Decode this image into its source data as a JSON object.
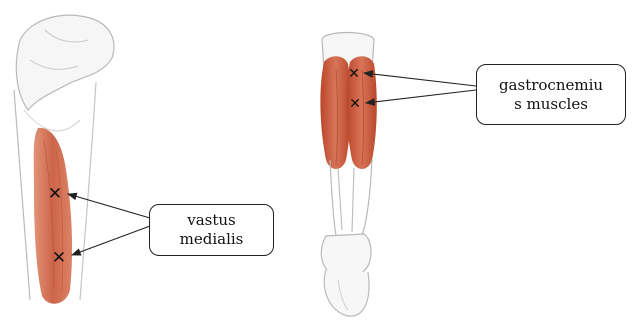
{
  "labels": {
    "vastus": {
      "line1": "vastus",
      "line2": "medialis"
    },
    "gastro": {
      "line1": "gastrocnemiu",
      "line2": "s muscles"
    }
  },
  "markers": {
    "symbol": "✕",
    "color": "#111111"
  },
  "colors": {
    "muscle": "#c8583a",
    "muscle_light": "#e08a6a",
    "bone_outline": "#b9b9b9",
    "arrow": "#222222"
  },
  "figures": [
    {
      "name": "thigh-anterior-view",
      "markers": 2
    },
    {
      "name": "calf-posterior-view",
      "markers": 2
    }
  ]
}
